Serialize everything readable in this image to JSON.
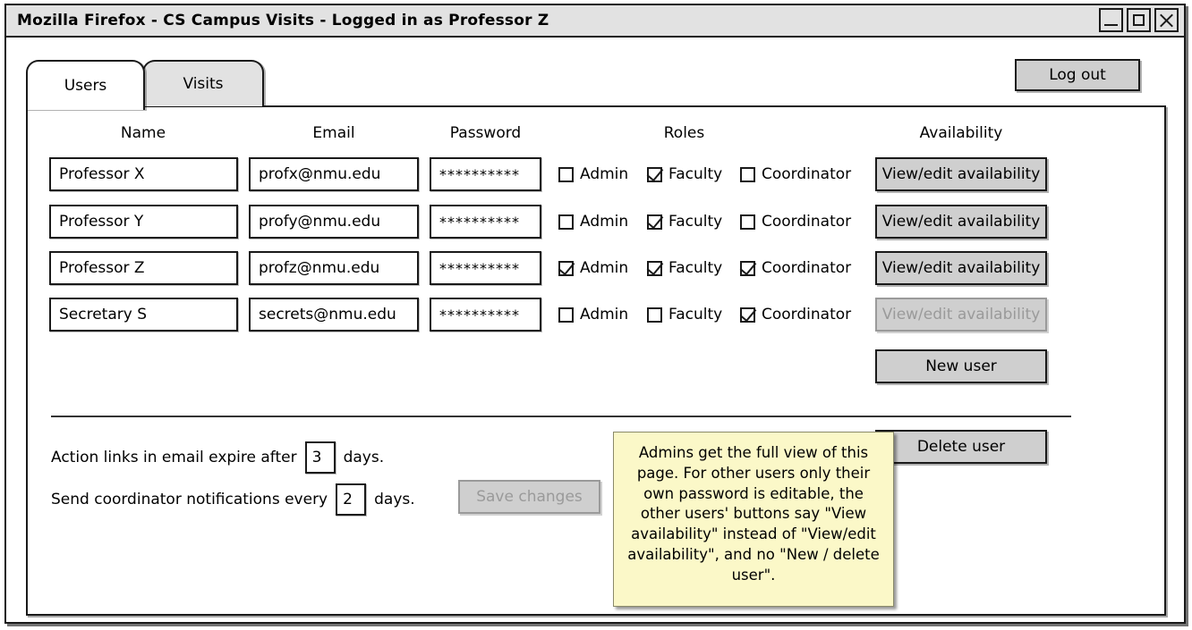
{
  "window": {
    "title": "Mozilla Firefox - CS Campus Visits - Logged in as Professor Z",
    "controls": {
      "minimize": "minimize-icon",
      "maximize": "maximize-icon",
      "close": "close-icon"
    }
  },
  "header": {
    "logout_label": "Log out"
  },
  "tabs": [
    {
      "label": "Users",
      "active": true
    },
    {
      "label": "Visits",
      "active": false
    }
  ],
  "table": {
    "headers": {
      "name": "Name",
      "email": "Email",
      "password": "Password",
      "roles": "Roles",
      "availability": "Availability"
    },
    "role_labels": {
      "admin": "Admin",
      "faculty": "Faculty",
      "coordinator": "Coordinator"
    },
    "rows": [
      {
        "name": "Professor X",
        "email": "profx@nmu.edu",
        "password": "**********",
        "admin": false,
        "faculty": true,
        "coordinator": false,
        "availability_label": "View/edit availability",
        "availability_disabled": false
      },
      {
        "name": "Professor Y",
        "email": "profy@nmu.edu",
        "password": "**********",
        "admin": false,
        "faculty": true,
        "coordinator": false,
        "availability_label": "View/edit availability",
        "availability_disabled": false
      },
      {
        "name": "Professor Z",
        "email": "profz@nmu.edu",
        "password": "**********",
        "admin": true,
        "faculty": true,
        "coordinator": true,
        "availability_label": "View/edit availability",
        "availability_disabled": false
      },
      {
        "name": "Secretary S",
        "email": "secrets@nmu.edu",
        "password": "**********",
        "admin": false,
        "faculty": false,
        "coordinator": true,
        "availability_label": "View/edit availability",
        "availability_disabled": true
      }
    ]
  },
  "actions": {
    "new_user_label": "New user",
    "delete_user_label": "Delete user",
    "save_changes_label": "Save changes",
    "save_changes_disabled": true
  },
  "settings": {
    "expire_prefix": "Action links in email expire after",
    "expire_value": "3",
    "expire_suffix": "days.",
    "notify_prefix": "Send coordinator notifications every",
    "notify_value": "2",
    "notify_suffix": "days."
  },
  "sticky_note": {
    "text": "Admins get the full view of this page. For other users only their own password is editable, the other users' buttons say \"View availability\" instead of \"View/edit availability\", and no \"New / delete user\"."
  },
  "colors": {
    "sticky_bg": "#fbf8c8",
    "button_bg": "#cfcfcf",
    "titlebar_bg": "#e2e2e2",
    "outline": "#1a1a1a",
    "disabled_text": "#9a9a9a"
  }
}
